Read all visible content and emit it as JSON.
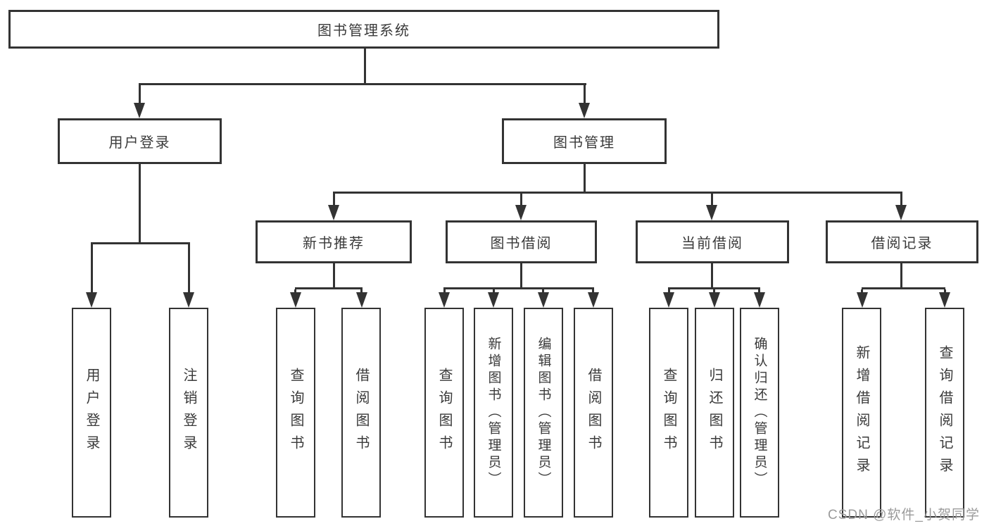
{
  "tree": {
    "root": "图书管理系统",
    "branches": [
      {
        "label": "用户登录",
        "leaves": [
          "用户登录",
          "注销登录"
        ]
      },
      {
        "label": "图书管理",
        "children": [
          {
            "label": "新书推荐",
            "leaves": [
              "查询图书",
              "借阅图书"
            ]
          },
          {
            "label": "图书借阅",
            "leaves": [
              "查询图书",
              "新增图书（管理员）",
              "编辑图书（管理员）",
              "借阅图书"
            ]
          },
          {
            "label": "当前借阅",
            "leaves": [
              "查询图书",
              "归还图书",
              "确认归还（管理员）"
            ]
          },
          {
            "label": "借阅记录",
            "leaves": [
              "新增借阅记录",
              "查询借阅记录"
            ]
          }
        ]
      }
    ]
  },
  "watermark": {
    "text": "CSDN @软件_小贺同学",
    "color": "#9b9b9b"
  },
  "colors": {
    "line": "#333333",
    "box_border": "#333333",
    "text": "#3a3a3a",
    "background": "#ffffff"
  }
}
